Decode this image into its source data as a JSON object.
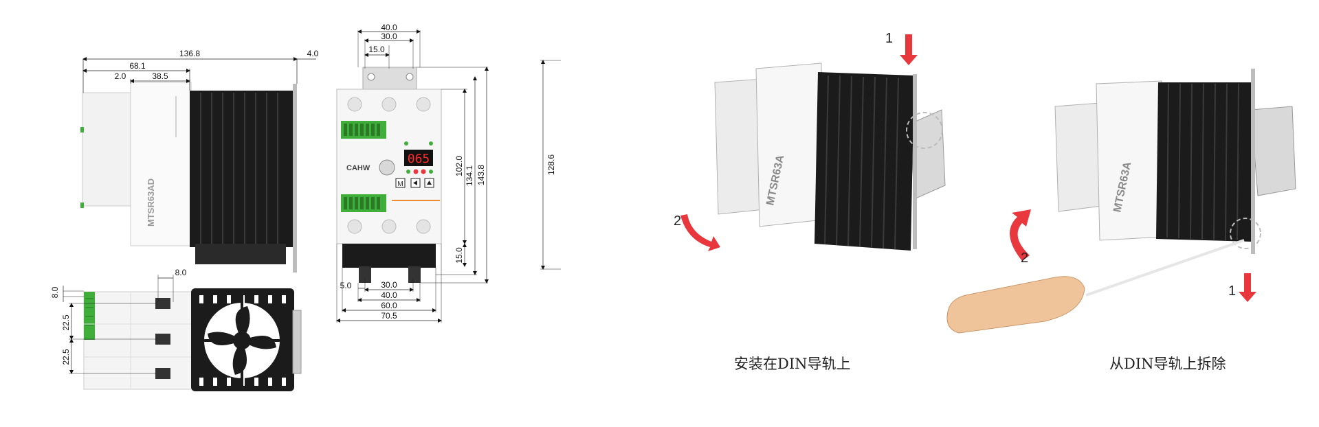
{
  "dimensions": {
    "side_view": {
      "overall_width": "136.8",
      "rail_offset": "4.0",
      "body_width": "68.1",
      "step": "2.0",
      "front_depth": "38.5"
    },
    "front_view": {
      "top_w1": "40.0",
      "top_w2": "30.0",
      "top_w3": "15.0",
      "h_terminal": "102.0",
      "h_body": "134.1",
      "h_overall": "143.8",
      "h_bottom": "15.0",
      "bot_edge": "5.0",
      "bot_w1": "30.0",
      "bot_w2": "40.0",
      "bot_w3": "60.0",
      "bot_w4": "70.5",
      "rail_height": "128.6"
    },
    "bottom_view": {
      "pitch_top": "8.0",
      "edge": "8.0",
      "pitch1": "22.5",
      "pitch2": "22.5"
    }
  },
  "device": {
    "model": "MTSR63AD",
    "model_alt": "MTSR63A",
    "brand": "CAHW",
    "display_value": "065",
    "mode_key": "M"
  },
  "steps": {
    "one": "1",
    "two": "2"
  },
  "captions": {
    "install": "安装在DIN导轨上",
    "remove": "从DIN导轨上拆除"
  },
  "colors": {
    "arrow": "#e8383d",
    "heatsink": "#1b1b1b",
    "terminal_green": "#3fae3a",
    "display_red": "#ff2a2a",
    "body_white": "#f4f4f4",
    "handle": "#f0c49a"
  }
}
